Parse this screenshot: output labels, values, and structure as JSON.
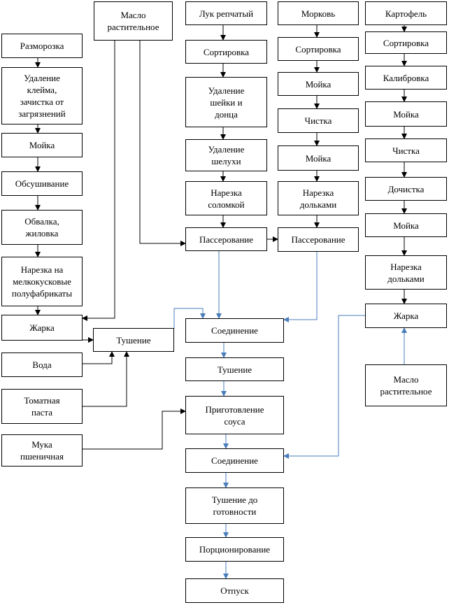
{
  "flowchart": {
    "left_column": {
      "thawing": "Разморозка",
      "stamp_removal": "Удаление\nклейма,\nзачистка от\nзагрязнений",
      "washing": "Мойка",
      "drying": "Обсушивание",
      "deboning": "Обвалка,\nжиловка",
      "cutting": "Нарезка на\nмелкокусковые\nполуфабрикаты",
      "frying": "Жарка",
      "water": "Вода",
      "tomato_paste": "Томатная\nпаста",
      "flour": "Мука\nпшеничная",
      "stewing": "Тушение"
    },
    "oil_top": "Масло\nрастительное",
    "onion_column": {
      "onion": "Лук репчатый",
      "sorting": "Сортировка",
      "neck_removal": "Удаление\nшейки и\nдонца",
      "husk_removal": "Удаление\nшелухи",
      "julienne": "Нарезка\nсоломкой",
      "saute": "Пассерование"
    },
    "carrot_column": {
      "carrot": "Морковь",
      "sorting": "Сортировка",
      "washing1": "Мойка",
      "peeling": "Чистка",
      "washing2": "Мойка",
      "slicing": "Нарезка\nдольками",
      "saute": "Пассерование"
    },
    "potato_column": {
      "potato": "Картофель",
      "sorting": "Сортировка",
      "sizing": "Калибровка",
      "washing1": "Мойка",
      "peeling": "Чистка",
      "finishing": "Дочистка",
      "washing2": "Мойка",
      "slicing": "Нарезка\nдольками",
      "frying": "Жарка",
      "oil": "Масло\nрастительное"
    },
    "center_column": {
      "combining1": "Соединение",
      "stewing": "Тушение",
      "sauce": "Приготовление\nсоуса",
      "combining2": "Соединение",
      "stew_ready": "Тушение до\nготовности",
      "portioning": "Порционирование",
      "serving": "Отпуск"
    }
  },
  "colors": {
    "black_arrow": "#000000",
    "blue_arrow": "#4a7ebb"
  }
}
